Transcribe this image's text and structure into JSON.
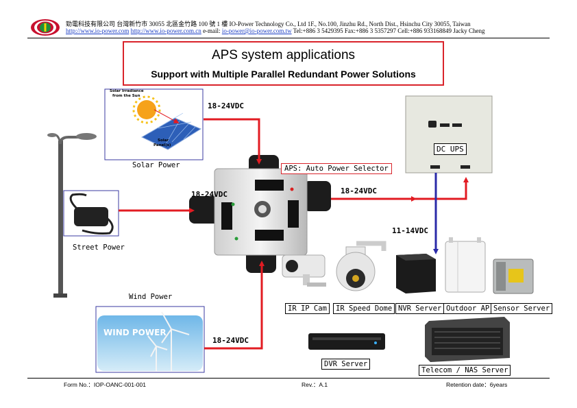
{
  "header": {
    "line1": "勁電科技有限公司  台灣新竹市 30055 北區金竹路 100 號 1 樓 IO-Power Technology Co., Ltd    1F., No.100, Jinzhu Rd., North Dist., Hsinchu City 30055, Taiwan",
    "link1": "http://www.io-power.com",
    "link2": "http://www.io-power.com.cn",
    "email_label": "e-mail:",
    "email": "io-power@io-power.com.tw",
    "contact": "Tel:+886 3 5429395 Fax:+886 3 5357297 Cell:+886 933168849 Jacky Cheng"
  },
  "title": {
    "main": "APS system applications",
    "sub": "Support with Multiple Parallel Redundant Power Solutions"
  },
  "sources": {
    "solar": {
      "label": "Solar Power",
      "image_text_1": "Solar Irradiance",
      "image_text_2": "from the Sun",
      "image_text_3": "Solar",
      "image_text_4": "Panel(s)",
      "voltage": "18-24VDC"
    },
    "street": {
      "label": "Street Power",
      "voltage": "18-24VDC"
    },
    "wind": {
      "label": "Wind Power",
      "banner": "WIND POWER",
      "voltage": "18-24VDC"
    }
  },
  "aps": {
    "label": "APS: Auto Power Selector",
    "out_voltage": "18-24VDC"
  },
  "ups": {
    "label": "DC UPS",
    "out_voltage": "11-14VDC"
  },
  "loads": [
    {
      "label": "IR IP Cam"
    },
    {
      "label": "IR Speed Dome"
    },
    {
      "label": "NVR Server"
    },
    {
      "label": "Outdoor AP"
    },
    {
      "label": "Sensor Server"
    },
    {
      "label": "DVR Server"
    },
    {
      "label": "Telecom / NAS Server"
    }
  ],
  "footer": {
    "form": "Form No.：IOP-OANC-001-001",
    "rev": "Rev.：A.1",
    "retention": "Retention date：6years"
  },
  "colors": {
    "wire": "#e21b22",
    "ups_wire": "#2a2aa8",
    "title_border": "#d9232a",
    "link": "#1a3cc4"
  }
}
